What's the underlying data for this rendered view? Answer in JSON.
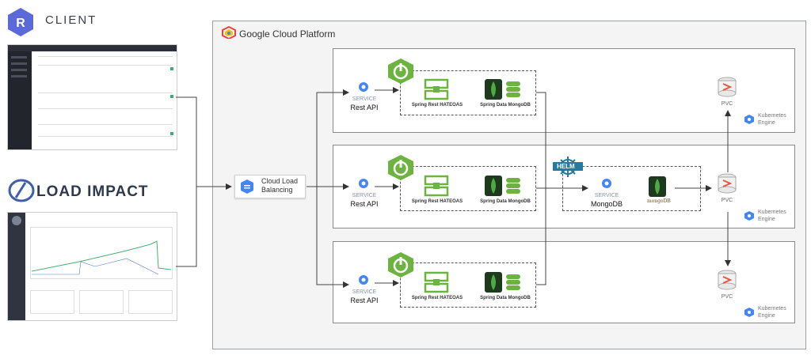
{
  "client": {
    "logo_letter": "R",
    "title": "CLIENT",
    "logo_color": "#5b6ad8"
  },
  "load_impact": {
    "title": "LOAD IMPACT",
    "accent": "#3f5fa8"
  },
  "gcp": {
    "title": "Google Cloud Platform"
  },
  "load_balancer": {
    "line1": "Cloud Load",
    "line2": "Balancing"
  },
  "clusters": [
    {
      "service_tag": "SERVICE",
      "service_name": "Rest API",
      "hateoas": "Spring Rest HATEOAS",
      "data": "Spring Data MongoDB",
      "pvc": "PVC",
      "engine_line1": "Kubernetes",
      "engine_line2": "Engine"
    },
    {
      "service_tag": "SERVICE",
      "service_name": "Rest API",
      "hateoas": "Spring Rest HATEOAS",
      "data": "Spring Data MongoDB",
      "pvc": "PVC",
      "engine_line1": "Kubernetes",
      "engine_line2": "Engine",
      "helm": "HELM",
      "mongo_service_tag": "SERVICE",
      "mongo_service_name": "MongoDB",
      "mongo_logo_text": "mongoDB"
    },
    {
      "service_tag": "SERVICE",
      "service_name": "Rest API",
      "hateoas": "Spring Rest HATEOAS",
      "data": "Spring Data MongoDB",
      "pvc": "PVC",
      "engine_line1": "Kubernetes",
      "engine_line2": "Engine"
    }
  ],
  "colors": {
    "spring_green": "#6db33f",
    "gcp_blue": "#4285f4",
    "mongo_green": "#4faa41",
    "helm_blue": "#277a9f",
    "pvc_orange": "#e8573f"
  }
}
